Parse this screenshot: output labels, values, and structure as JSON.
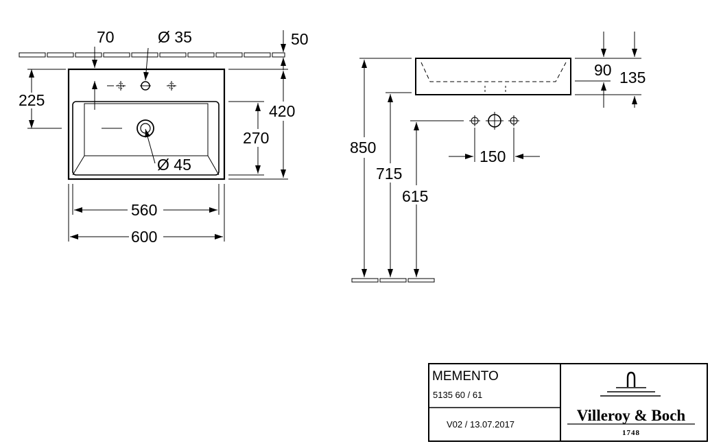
{
  "top_view": {
    "dims": {
      "d70": "70",
      "d35": "Ø 35",
      "d50": "50",
      "d225": "225",
      "d420": "420",
      "d270": "270",
      "d45": "Ø 45",
      "d560": "560",
      "d600": "600"
    }
  },
  "side_view": {
    "dims": {
      "d90": "90",
      "d135": "135",
      "d850": "850",
      "d715": "715",
      "d615": "615",
      "d150": "150"
    }
  },
  "title_block": {
    "product": "MEMENTO",
    "article": "5135 60 / 61",
    "version": "V02 / 13.07.2017",
    "brand": "Villeroy & Boch",
    "year": "1748"
  }
}
